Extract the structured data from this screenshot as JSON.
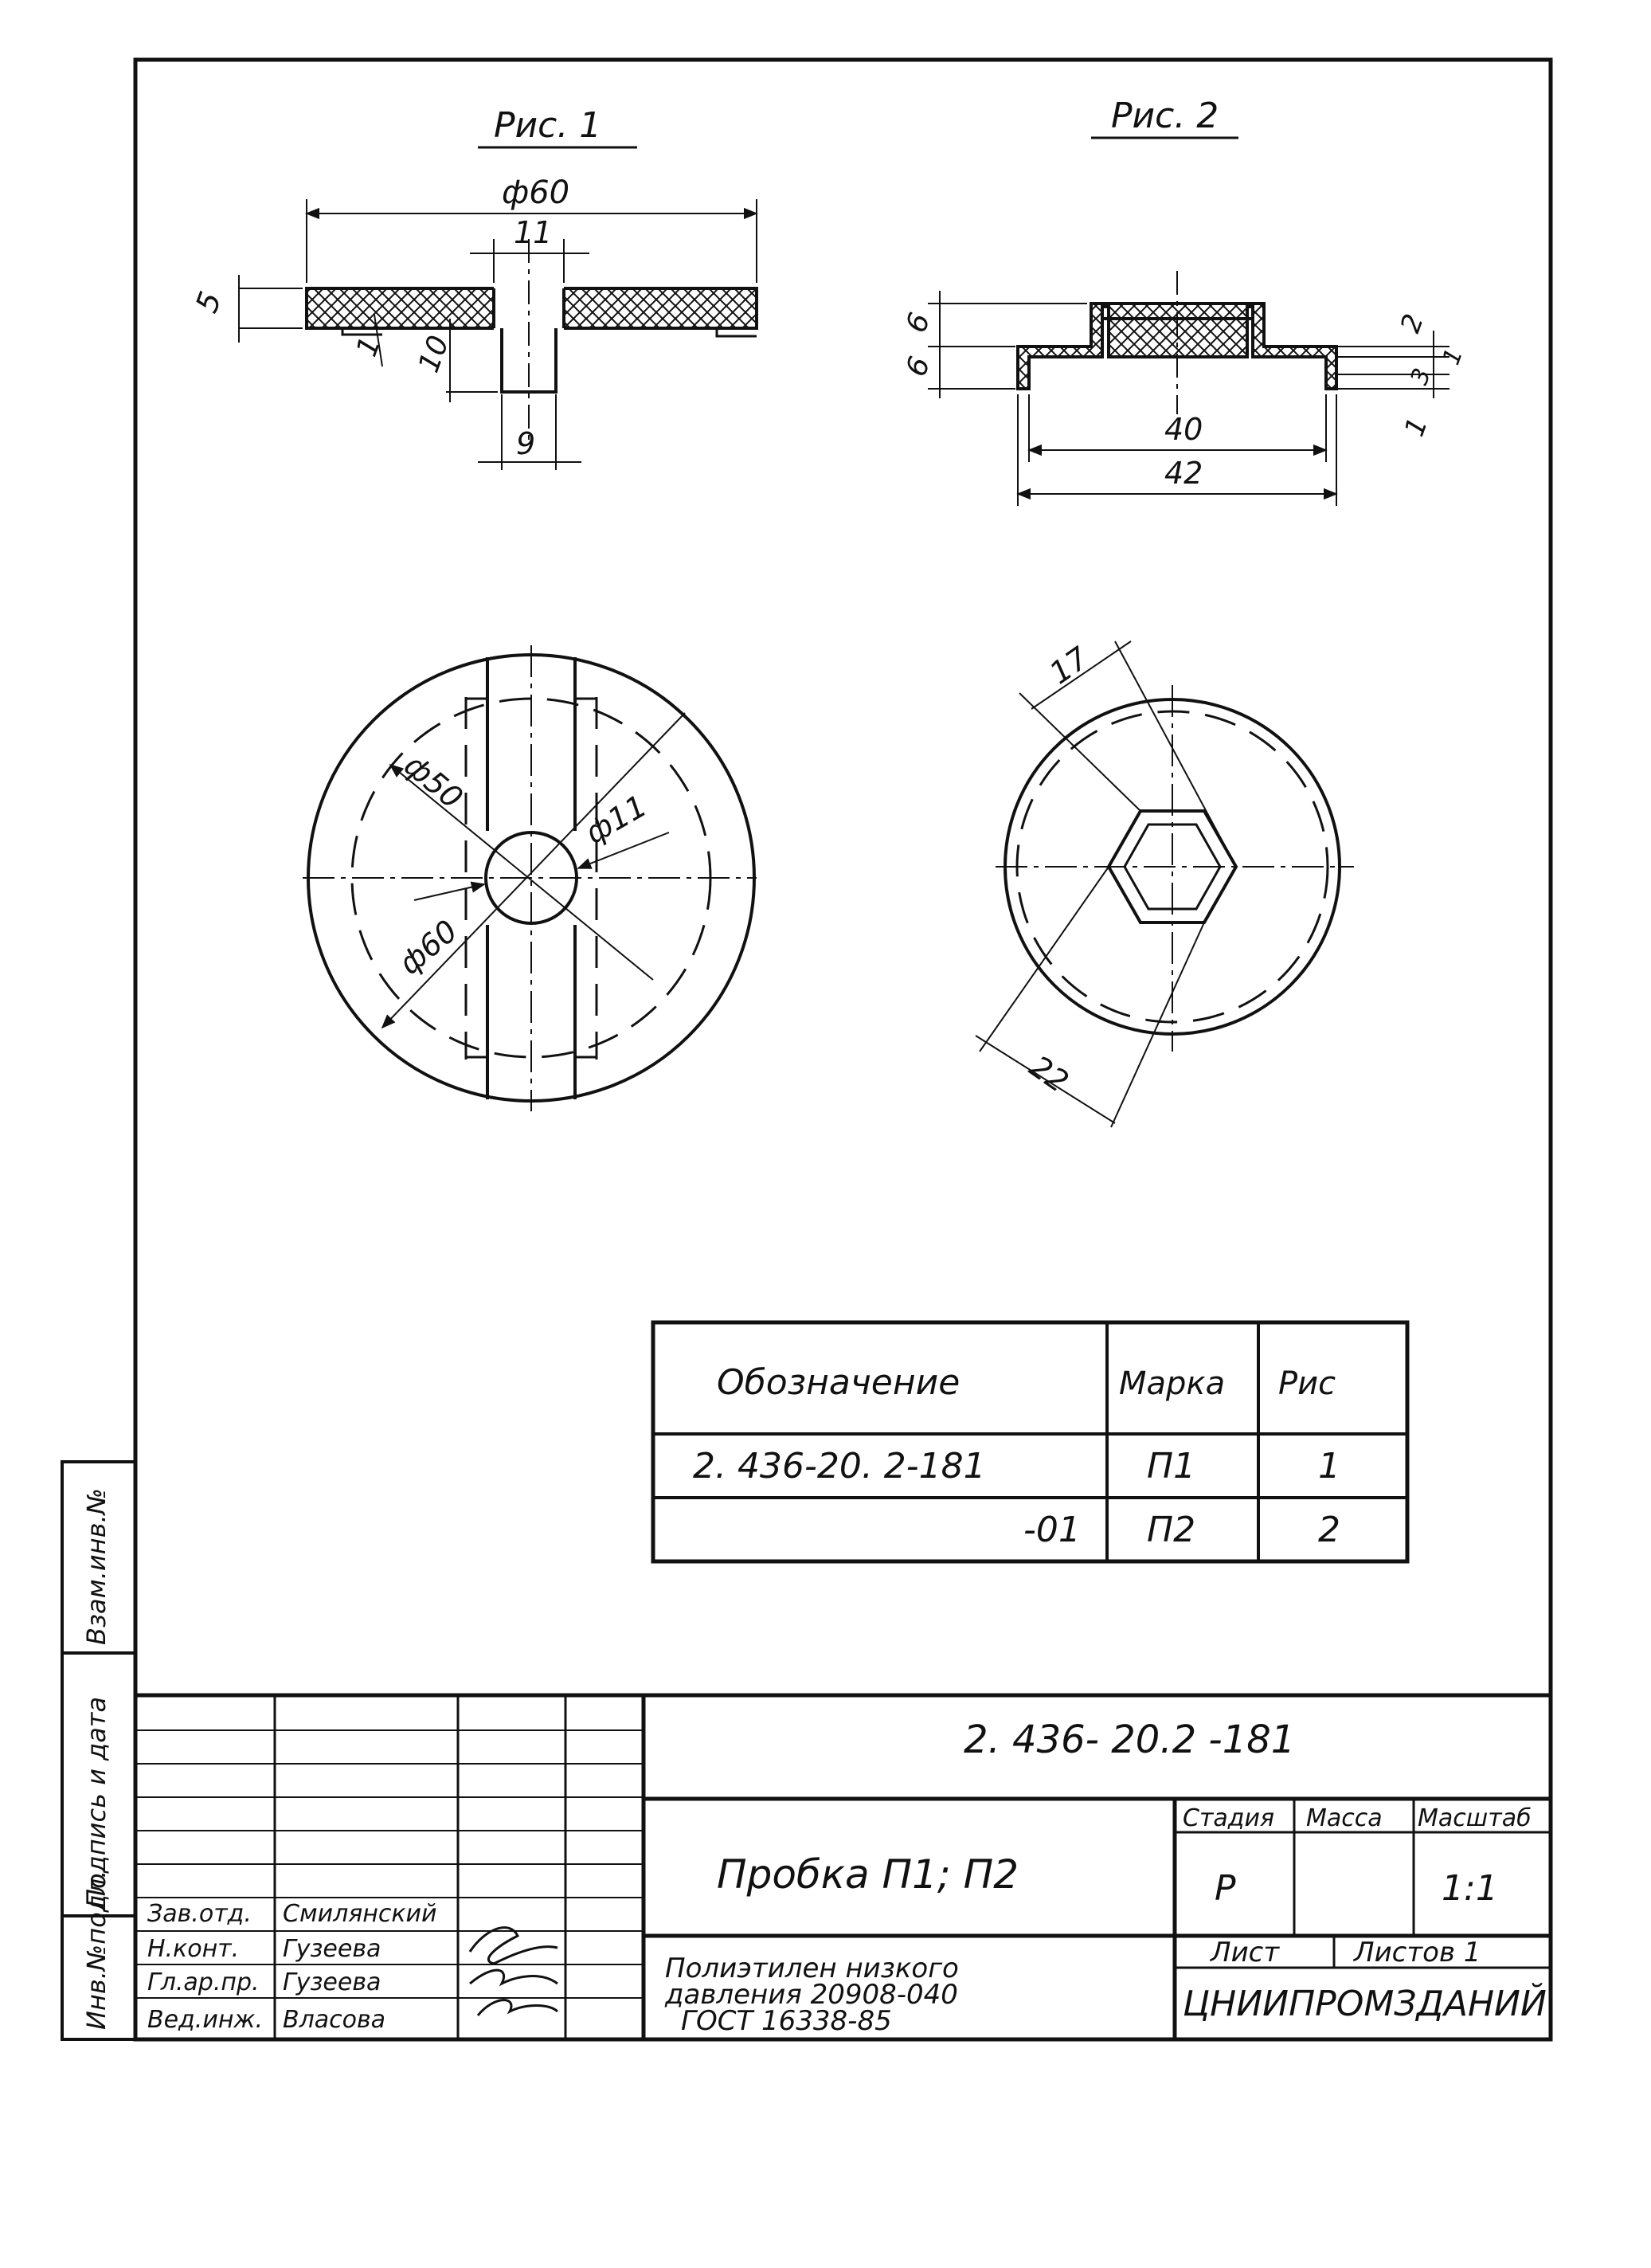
{
  "figures": {
    "fig1": {
      "title": "Рис. 1",
      "dims": {
        "overall": "ф60",
        "hub": "11",
        "thickness": "5",
        "rim": "1",
        "stem_height": "10",
        "stem": "9"
      },
      "plan_dims": {
        "outer": "ф60",
        "inner": "ф50",
        "hole": "ф11"
      }
    },
    "fig2": {
      "title": "Рис. 2",
      "dims": {
        "upper": "6",
        "lower": "6",
        "right_top": "2",
        "right_a": "1",
        "right_b": "3",
        "right_c": "1",
        "inner": "40",
        "outer": "42"
      },
      "plan_dims": {
        "flat": "17",
        "corner": "22"
      }
    }
  },
  "spec_table": {
    "headers": [
      "Обозначение",
      "Марка",
      "Рис"
    ],
    "rows": [
      [
        "2. 436-20. 2-181",
        "П1",
        "1"
      ],
      [
        "-01",
        "П2",
        "2"
      ]
    ]
  },
  "title_block": {
    "document_code": "2. 436- 20.2 -181",
    "name": "Пробка  П1; П2",
    "stage_label": "Стадия",
    "mass_label": "Масса",
    "scale_label": "Масштаб",
    "stage": "Р",
    "scale": "1:1",
    "sheet_label": "Лист",
    "sheets_label": "Листов 1",
    "material_lines": [
      "Полиэтилен   низкого",
      "давления  20908-040",
      "ГОСТ  16338-85"
    ],
    "organization": "ЦНИИПРОМЗДАНИЙ",
    "signatures": [
      {
        "role": "Зав.отд.",
        "name": "Смилянский"
      },
      {
        "role": "Н.конт.",
        "name": "Гузеева"
      },
      {
        "role": "Гл.ар.пр.",
        "name": "Гузеева"
      },
      {
        "role": "Вед.инж.",
        "name": "Власова"
      }
    ]
  },
  "side_stamp": {
    "cells": [
      "Инв.№подл.",
      "Подпись и дата",
      "Взам.инв.№"
    ]
  }
}
